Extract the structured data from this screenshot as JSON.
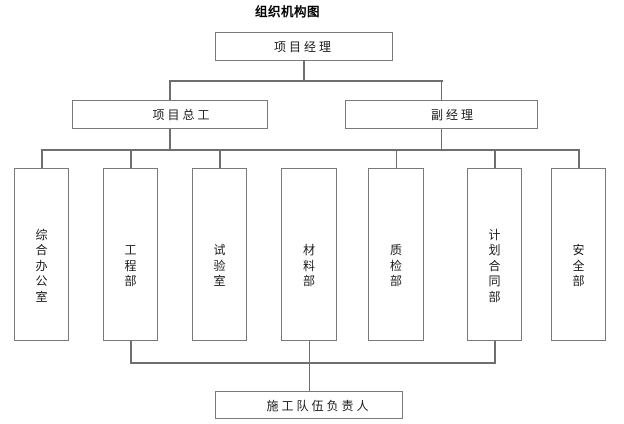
{
  "title": "组织机构图",
  "colors": {
    "line": "#6e6e6e",
    "border": "#7a7a7a",
    "text": "#1a1a1a",
    "background": "#ffffff"
  },
  "org": {
    "root": {
      "label": "项目经理"
    },
    "level2": [
      {
        "label": "项目总工"
      },
      {
        "label": "副经理"
      }
    ],
    "departments": [
      {
        "label": "综合办公室"
      },
      {
        "label": "工程部"
      },
      {
        "label": "试验室"
      },
      {
        "label": "材料部"
      },
      {
        "label": "质检部"
      },
      {
        "label": "计划合同部"
      },
      {
        "label": "安全部"
      }
    ],
    "bottom": {
      "label": "施工队伍负责人"
    }
  }
}
